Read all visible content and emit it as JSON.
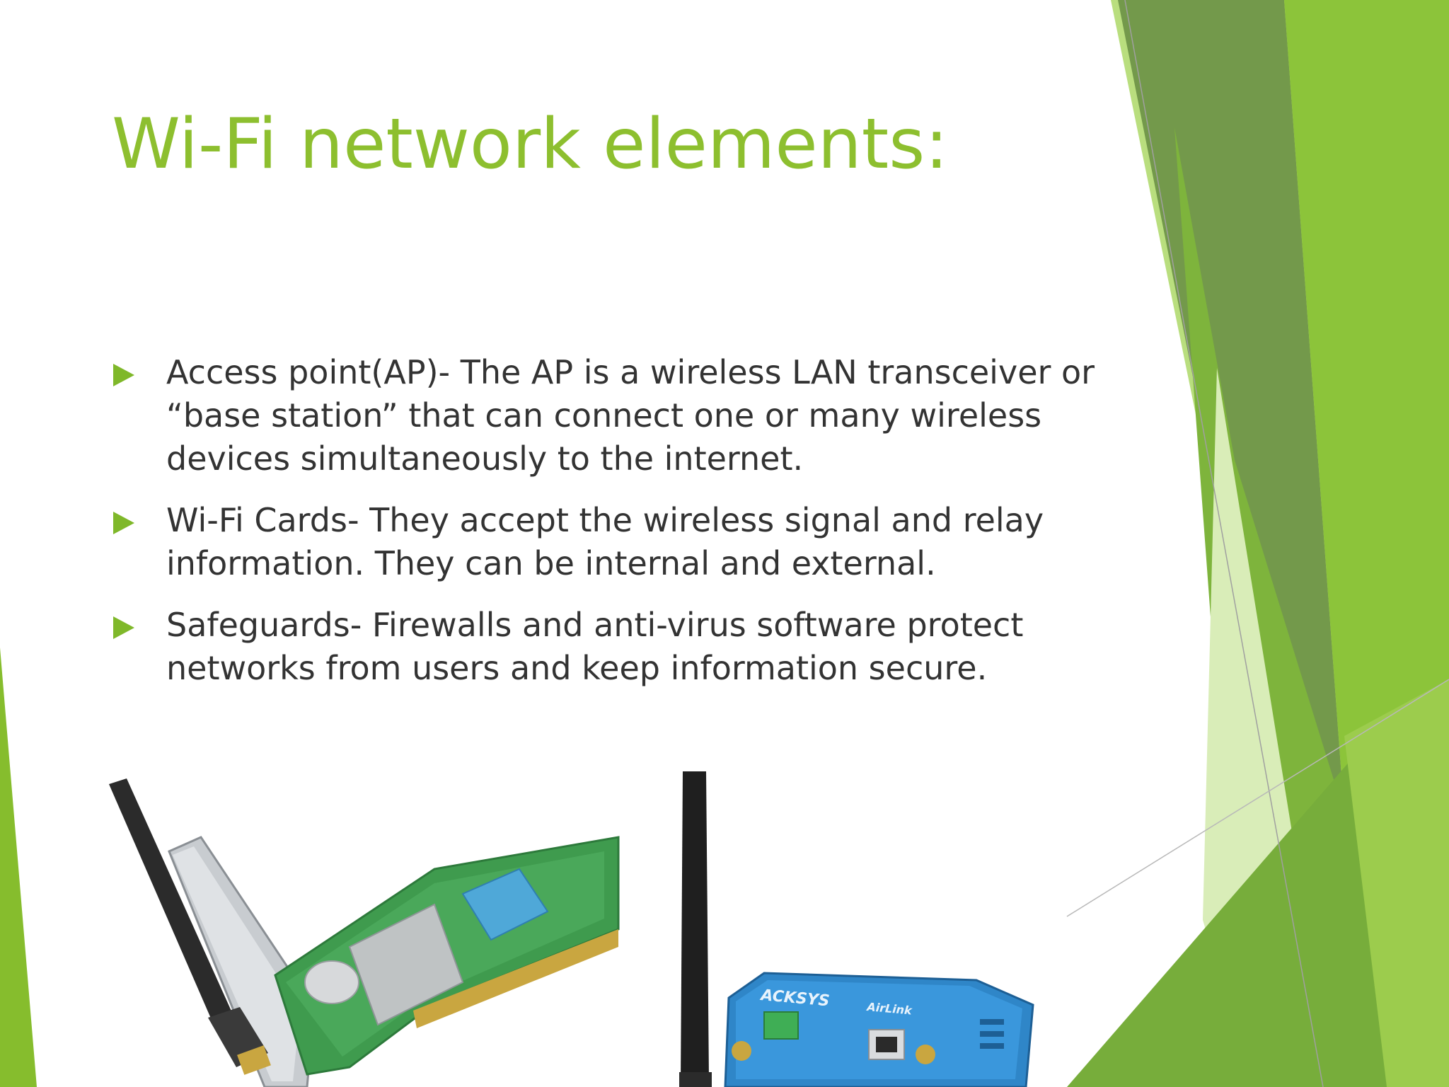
{
  "slide": {
    "title": "Wi-Fi network elements:",
    "bullets": [
      {
        "text": "Access point(AP)- The AP is a wireless LAN transceiver or “base station” that can connect one or many wireless devices simultaneously to the internet."
      },
      {
        "text": "Wi-Fi Cards- They accept the wireless signal and relay information. They can be internal and external."
      },
      {
        "text": "Safeguards- Firewalls and anti-virus software protect networks from users and keep information secure."
      }
    ],
    "images": {
      "wifi_card": {
        "description_icon": "pci-wifi-card-icon"
      },
      "access_point": {
        "brand": "ACKSYS",
        "model": "AirLink",
        "description_icon": "access-point-icon"
      }
    }
  },
  "colors": {
    "title": "#8dbf2f",
    "bullet": "#7fb82a",
    "body_text": "#333333",
    "accent_green": "#86bd2d",
    "dark_green": "#6e9c45"
  }
}
